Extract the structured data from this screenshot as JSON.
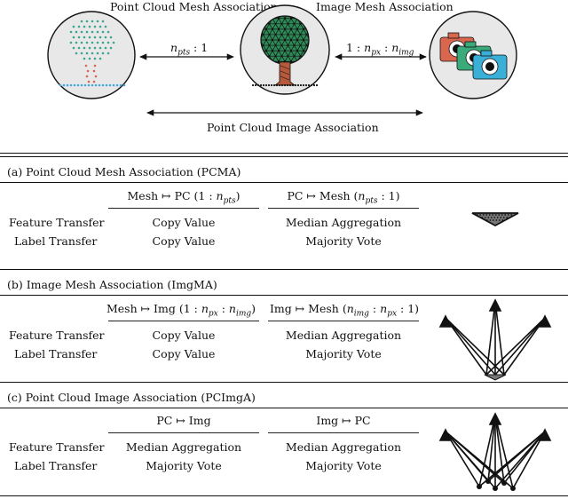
{
  "diagram": {
    "title_pcma": "Point Cloud Mesh Association",
    "title_imgma": "Image Mesh Association",
    "ratio_left": "n_pts : 1",
    "ratio_right": "1 : n_px : n_img",
    "bottom_label": "Point Cloud Image Association",
    "colors": {
      "point_teal": "#3aa58f",
      "point_blue": "#4aa8d8",
      "trunk": "#b55a3a",
      "canopy": "#2e8b57",
      "cam_red": "#d9664f",
      "cam_green": "#3aaa7a",
      "cam_blue": "#3ab0d8",
      "circle_fill": "#e8e8e8"
    }
  },
  "sections": [
    {
      "title": "(a) Point Cloud Mesh Association (PCMA)",
      "col1_header": "Mesh ↦ PC (1 : n_pts)",
      "col2_header": "PC ↦ Mesh (n_pts : 1)",
      "rows": [
        {
          "label": "Feature Transfer",
          "col1": "Copy Value",
          "col2": "Median Aggregation"
        },
        {
          "label": "Label Transfer",
          "col1": "Copy Value",
          "col2": "Majority Vote"
        }
      ],
      "icon": "mesh-triangle-icon"
    },
    {
      "title": "(b) Image Mesh Association (ImgMA)",
      "col1_header": "Mesh ↦ Img (1 : n_px : n_img)",
      "col2_header": "Img ↦ Mesh (n_img : n_px : 1)",
      "rows": [
        {
          "label": "Feature Transfer",
          "col1": "Copy Value",
          "col2": "Median Aggregation"
        },
        {
          "label": "Label Transfer",
          "col1": "Copy Value",
          "col2": "Majority Vote"
        }
      ],
      "icon": "mesh-to-image-rays-icon"
    },
    {
      "title": "(c) Point Cloud Image Association (PCImgA)",
      "col1_header": "PC ↦ Img",
      "col2_header": "Img ↦ PC",
      "rows": [
        {
          "label": "Feature Transfer",
          "col1": "Median Aggregation",
          "col2": "Median Aggregation"
        },
        {
          "label": "Label Transfer",
          "col1": "Majority Vote",
          "col2": "Majority Vote"
        }
      ],
      "icon": "points-to-image-rays-icon"
    }
  ]
}
